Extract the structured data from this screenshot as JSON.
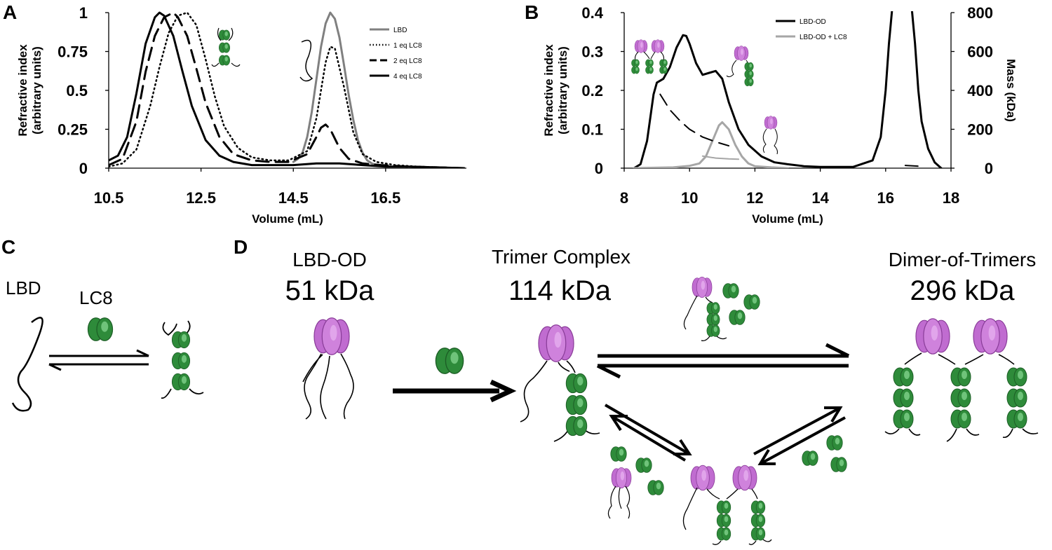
{
  "panels": {
    "A": {
      "letter": "A"
    },
    "B": {
      "letter": "B"
    },
    "C": {
      "letter": "C"
    },
    "D": {
      "letter": "D"
    }
  },
  "chart_data": [
    {
      "type": "line",
      "panel": "A",
      "xlabel": "Volume (mL)",
      "ylabel_line1": "Refractive index",
      "ylabel_line2": "(arbitrary units)",
      "xlim": [
        10.5,
        18.25
      ],
      "ylim": [
        0,
        1
      ],
      "xticks": [
        10.5,
        12.5,
        14.5,
        16.5
      ],
      "xtick_labels": [
        "10.5",
        "12.5",
        "14.5",
        "16.5"
      ],
      "yticks": [
        0,
        0.25,
        0.5,
        0.75,
        1
      ],
      "ytick_labels": [
        "0",
        "0.25",
        "0.5",
        "0.75",
        "1"
      ],
      "legend_position": "top-right",
      "series": [
        {
          "name": "LBD",
          "color": "#808080",
          "dash": "solid",
          "width": 3,
          "x": [
            14.5,
            14.6,
            14.7,
            14.8,
            14.9,
            15.0,
            15.1,
            15.2,
            15.3,
            15.4,
            15.5,
            15.6,
            15.7,
            15.8,
            15.9,
            16.0,
            16.1,
            16.2,
            16.3,
            16.5
          ],
          "y": [
            0.04,
            0.06,
            0.1,
            0.2,
            0.36,
            0.57,
            0.78,
            0.93,
            1.0,
            0.96,
            0.84,
            0.66,
            0.47,
            0.31,
            0.18,
            0.1,
            0.05,
            0.03,
            0.02,
            0.01
          ]
        },
        {
          "name": "1 eq LC8",
          "color": "#000000",
          "dash": "dotted",
          "width": 2.5,
          "x": [
            10.5,
            10.8,
            11.1,
            11.4,
            11.6,
            11.8,
            12.0,
            12.2,
            12.4,
            12.6,
            12.8,
            13.0,
            13.3,
            13.6,
            14.0,
            14.4,
            14.8,
            15.0,
            15.2,
            15.3,
            15.4,
            15.6,
            15.8,
            16.0,
            16.3,
            16.7,
            17.2,
            18.2
          ],
          "y": [
            0.01,
            0.03,
            0.12,
            0.4,
            0.65,
            0.87,
            0.98,
            1.0,
            0.92,
            0.7,
            0.46,
            0.27,
            0.13,
            0.07,
            0.05,
            0.05,
            0.11,
            0.32,
            0.68,
            0.78,
            0.77,
            0.52,
            0.23,
            0.09,
            0.04,
            0.02,
            0.01,
            0.0
          ]
        },
        {
          "name": "2 eq LC8",
          "color": "#000000",
          "dash": "dashed",
          "width": 3,
          "x": [
            10.5,
            10.8,
            11.1,
            11.3,
            11.5,
            11.7,
            11.9,
            12.0,
            12.2,
            12.4,
            12.6,
            12.9,
            13.2,
            13.6,
            14.0,
            14.4,
            14.8,
            15.0,
            15.1,
            15.2,
            15.3,
            15.5,
            15.7,
            16.0,
            16.4,
            17.0,
            18.2
          ],
          "y": [
            0.02,
            0.06,
            0.3,
            0.62,
            0.85,
            0.97,
            1.0,
            0.97,
            0.85,
            0.64,
            0.42,
            0.2,
            0.09,
            0.05,
            0.04,
            0.04,
            0.09,
            0.2,
            0.26,
            0.28,
            0.25,
            0.13,
            0.06,
            0.03,
            0.02,
            0.01,
            0.0
          ]
        },
        {
          "name": "4 eq LC8",
          "color": "#000000",
          "dash": "solid",
          "width": 3,
          "x": [
            10.5,
            10.7,
            10.9,
            11.1,
            11.3,
            11.5,
            11.6,
            11.7,
            11.9,
            12.1,
            12.3,
            12.6,
            12.9,
            13.2,
            13.6,
            14.0,
            14.5,
            15.0,
            15.5,
            16.0,
            16.5,
            17.0,
            18.2
          ],
          "y": [
            0.05,
            0.08,
            0.2,
            0.48,
            0.8,
            0.97,
            1.0,
            0.98,
            0.85,
            0.62,
            0.4,
            0.18,
            0.08,
            0.04,
            0.02,
            0.02,
            0.02,
            0.03,
            0.03,
            0.02,
            0.01,
            0.01,
            0.0
          ]
        }
      ]
    },
    {
      "type": "line",
      "panel": "B",
      "xlabel": "Volume (mL)",
      "ylabel_line1": "Refractive index",
      "ylabel_line2": "(arbitrary units)",
      "y2label": "Mass (kDa)",
      "xlim": [
        8,
        18
      ],
      "ylim": [
        0,
        0.4
      ],
      "y2lim": [
        0,
        800
      ],
      "xticks": [
        8,
        10,
        12,
        14,
        16,
        18
      ],
      "xtick_labels": [
        "8",
        "10",
        "12",
        "14",
        "16",
        "18"
      ],
      "yticks": [
        0,
        0.1,
        0.2,
        0.3,
        0.4
      ],
      "ytick_labels": [
        "0",
        "0.1",
        "0.2",
        "0.3",
        "0.4"
      ],
      "y2ticks": [
        0,
        200,
        400,
        600,
        800
      ],
      "y2tick_labels": [
        "0",
        "200",
        "400",
        "600",
        "800"
      ],
      "legend_position": "top-center",
      "series": [
        {
          "name": "LBD-OD",
          "color": "#000000",
          "dash": "solid",
          "width": 3,
          "x": [
            8.3,
            8.5,
            8.7,
            8.9,
            9.0,
            9.2,
            9.4,
            9.6,
            9.8,
            9.9,
            10.0,
            10.2,
            10.4,
            10.6,
            10.8,
            11.0,
            11.2,
            11.5,
            11.8,
            12.2,
            12.6,
            13.0,
            13.5,
            14.0,
            15.0,
            15.6,
            15.85,
            16.0,
            16.1,
            16.2
          ],
          "y": [
            0.0,
            0.01,
            0.07,
            0.19,
            0.22,
            0.23,
            0.26,
            0.31,
            0.342,
            0.34,
            0.32,
            0.27,
            0.24,
            0.245,
            0.25,
            0.23,
            0.17,
            0.1,
            0.06,
            0.03,
            0.015,
            0.01,
            0.005,
            0.003,
            0.003,
            0.02,
            0.08,
            0.2,
            0.32,
            0.41
          ]
        },
        {
          "name": "",
          "color": "#000000",
          "dash": "solid",
          "width": 3,
          "x": [
            16.8,
            16.9,
            17.0,
            17.1,
            17.3,
            17.5,
            17.7
          ],
          "y": [
            0.41,
            0.32,
            0.2,
            0.12,
            0.05,
            0.015,
            0.0
          ]
        },
        {
          "name": "LBD-OD + LC8",
          "color": "#a6a6a6",
          "dash": "solid",
          "width": 3,
          "x": [
            8.3,
            9.5,
            10.0,
            10.3,
            10.5,
            10.7,
            10.9,
            11.0,
            11.2,
            11.4,
            11.6,
            11.8,
            12.0,
            12.5,
            13.0
          ],
          "y": [
            0.0,
            0.002,
            0.006,
            0.012,
            0.03,
            0.07,
            0.11,
            0.118,
            0.1,
            0.06,
            0.03,
            0.012,
            0.005,
            0.002,
            0.0
          ]
        },
        {
          "name": "",
          "color": "#000000",
          "dash": "dashed",
          "width": 2,
          "axis": "right",
          "x": [
            9.1,
            9.4,
            9.7,
            10.0,
            10.4,
            10.8,
            11.2
          ],
          "y": [
            380,
            300,
            245,
            200,
            160,
            135,
            115
          ]
        },
        {
          "name": "",
          "color": "#000000",
          "dash": "dashed",
          "width": 2,
          "axis": "right",
          "x": [
            16.6,
            17.0
          ],
          "y": [
            14,
            10
          ]
        },
        {
          "name": "",
          "color": "#a6a6a6",
          "dash": "solid",
          "width": 2,
          "axis": "right",
          "x": [
            10.4,
            10.8,
            11.2,
            11.5
          ],
          "y": [
            62,
            52,
            48,
            46
          ]
        }
      ]
    }
  ],
  "panel_C": {
    "label_left": "LBD",
    "label_ligand": "LC8"
  },
  "panel_D": {
    "state1_name": "LBD-OD",
    "state1_mass": "51 kDa",
    "state2_name": "Trimer Complex",
    "state2_mass": "114 kDa",
    "state3_name": "Dimer-of-Trimers",
    "state3_mass": "296 kDa"
  },
  "colors": {
    "lc8_green": "#2e8b3a",
    "lc8_highlight": "#7fd18b",
    "od_purple": "#c06cd0",
    "od_highlight": "#e2a9ec"
  }
}
